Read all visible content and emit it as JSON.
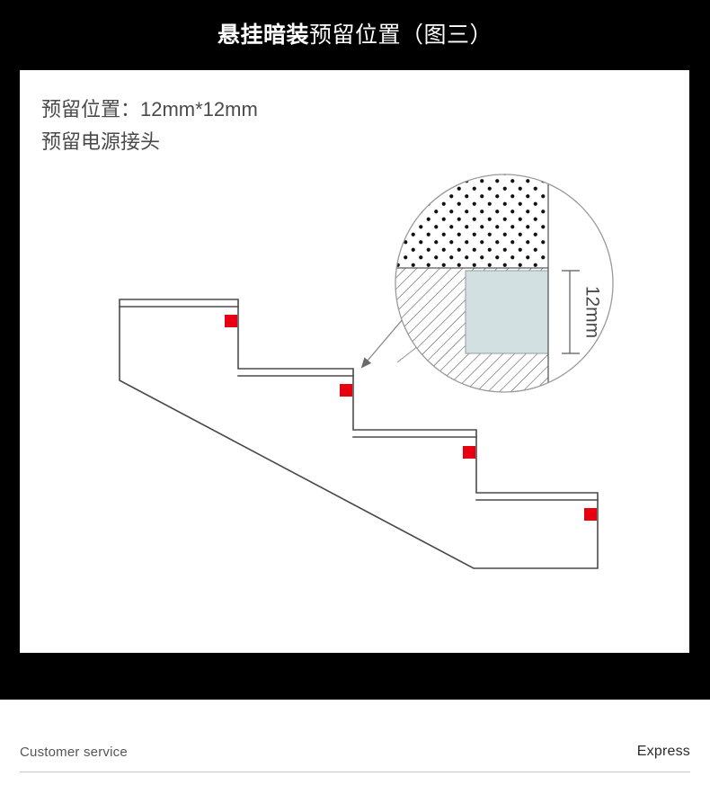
{
  "title": {
    "bold_part": "悬挂暗装",
    "normal_part": "预留位置（图三）"
  },
  "panel": {
    "caption_line_1": "预留位置：12mm*12mm",
    "caption_line_2": "预留电源接头"
  },
  "detail_callout": {
    "dimension_label": "12mm",
    "marker_color": "#e60012",
    "cavity_fill": "#d3e0e2",
    "hatch_color": "#4d4d4d",
    "dot_color": "#000000",
    "circle_stroke": "#9a9a9a",
    "arrow_color": "#6b6b6b"
  },
  "staircase": {
    "line_color": "#4a4a4a",
    "marker_label": "reserved-power-outlet",
    "marker_count": 4
  },
  "footer": {
    "left_label": "Customer service",
    "right_label": "Express"
  },
  "colors": {
    "background": "#000000",
    "panel": "#ffffff",
    "title_text": "#ffffff",
    "caption_text": "#4a4a4a",
    "footer_divider": "#c9c9c9"
  }
}
